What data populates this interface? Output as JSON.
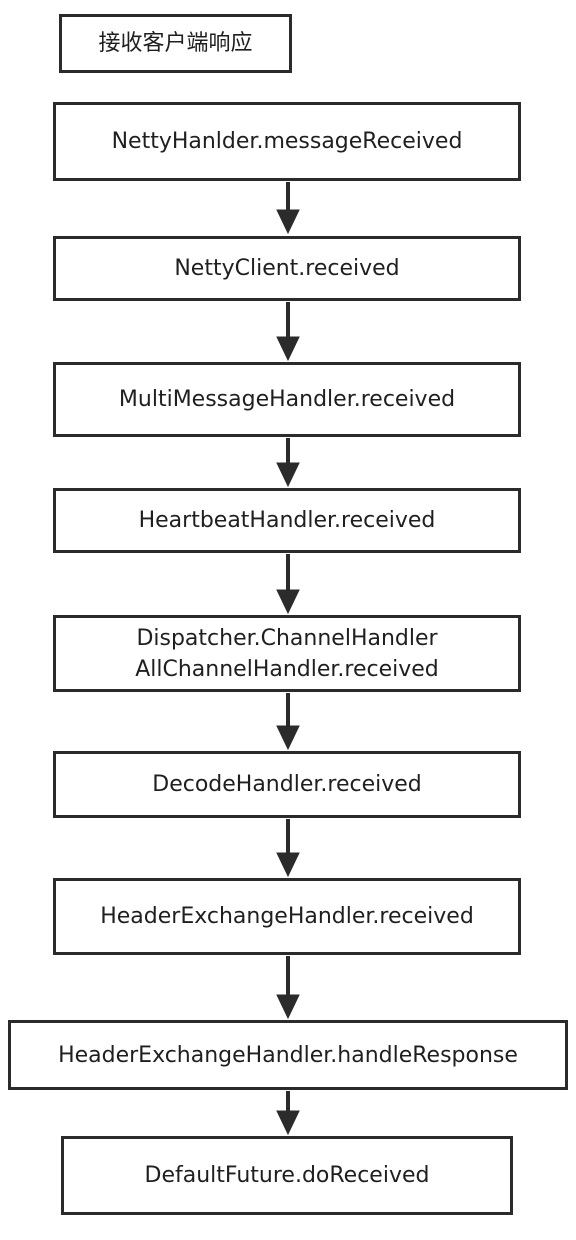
{
  "title": "接收客户端响应",
  "steps": [
    {
      "lines": [
        "NettyHanlder.messageReceived"
      ]
    },
    {
      "lines": [
        "NettyClient.received"
      ]
    },
    {
      "lines": [
        "MultiMessageHandler.received"
      ]
    },
    {
      "lines": [
        "HeartbeatHandler.received"
      ]
    },
    {
      "lines": [
        "Dispatcher.ChannelHandler",
        "AllChannelHandler.received"
      ]
    },
    {
      "lines": [
        "DecodeHandler.received"
      ]
    },
    {
      "lines": [
        "HeaderExchangeHandler.received"
      ]
    },
    {
      "lines": [
        "HeaderExchangeHandler.handleResponse"
      ]
    },
    {
      "lines": [
        "DefaultFuture.doReceived"
      ]
    }
  ]
}
